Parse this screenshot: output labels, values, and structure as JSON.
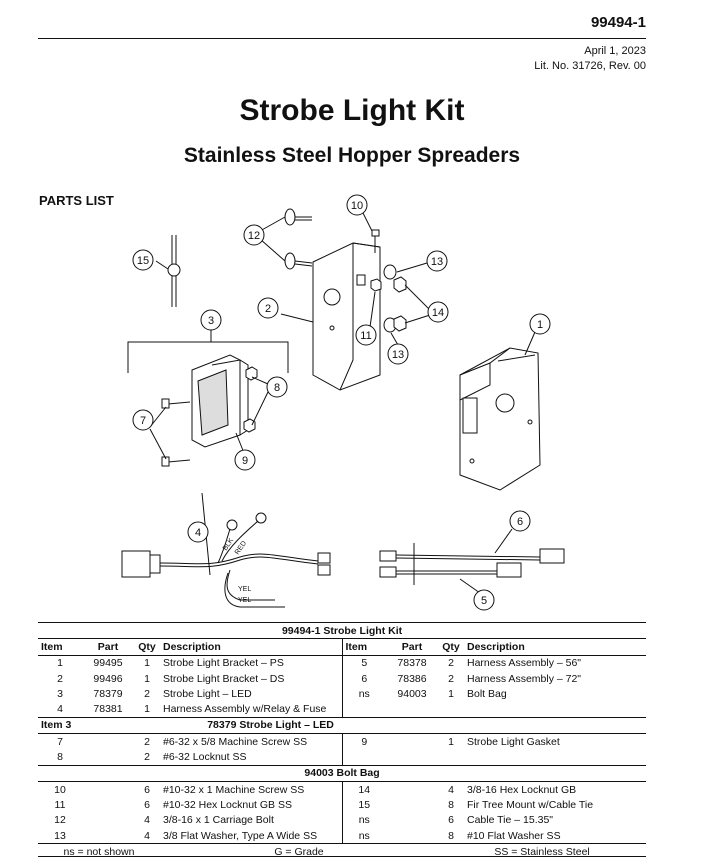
{
  "header": {
    "doc_number": "99494-1",
    "date": "April 1, 2023",
    "lit_no": "Lit. No. 31726, Rev. 00"
  },
  "title": "Strobe Light Kit",
  "subtitle": "Stainless Steel Hopper Spreaders",
  "parts_list_heading": "PARTS LIST",
  "diagram_callouts": {
    "c1": "1",
    "c2": "2",
    "c3": "3",
    "c4": "4",
    "c5": "5",
    "c6": "6",
    "c7": "7",
    "c8": "8",
    "c9": "9",
    "c10": "10",
    "c11": "11",
    "c12": "12",
    "c13a": "13",
    "c13b": "13",
    "c14": "14",
    "c15": "15"
  },
  "wire_labels": {
    "blk": "BLK",
    "red": "RED",
    "yel1": "YEL",
    "yel2": "YEL"
  },
  "table": {
    "kit_title": "99494-1  Strobe Light Kit",
    "col_item": "Item",
    "col_part": "Part",
    "col_qty": "Qty",
    "col_desc": "Description",
    "kit_rows": [
      {
        "l_item": "1",
        "l_part": "99495",
        "l_qty": "1",
        "l_desc": "Strobe Light Bracket – PS",
        "r_item": "5",
        "r_part": "78378",
        "r_qty": "2",
        "r_desc": "Harness Assembly – 56\""
      },
      {
        "l_item": "2",
        "l_part": "99496",
        "l_qty": "1",
        "l_desc": "Strobe Light Bracket – DS",
        "r_item": "6",
        "r_part": "78386",
        "r_qty": "2",
        "r_desc": "Harness Assembly – 72\""
      },
      {
        "l_item": "3",
        "l_part": "78379",
        "l_qty": "2",
        "l_desc": "Strobe Light – LED",
        "r_item": "ns",
        "r_part": "94003",
        "r_qty": "1",
        "r_desc": "Bolt Bag"
      },
      {
        "l_item": "4",
        "l_part": "78381",
        "l_qty": "1",
        "l_desc": "Harness Assembly w/Relay & Fuse",
        "r_item": "",
        "r_part": "",
        "r_qty": "",
        "r_desc": ""
      }
    ],
    "strobe_label": "Item 3",
    "strobe_title": "78379  Strobe Light – LED",
    "strobe_rows": [
      {
        "l_item": "7",
        "l_qty": "2",
        "l_desc": "#6-32 x 5/8 Machine Screw SS",
        "r_item": "9",
        "r_qty": "1",
        "r_desc": "Strobe Light Gasket"
      },
      {
        "l_item": "8",
        "l_qty": "2",
        "l_desc": "#6-32 Locknut SS",
        "r_item": "",
        "r_qty": "",
        "r_desc": ""
      }
    ],
    "bolt_title": "94003  Bolt Bag",
    "bolt_rows": [
      {
        "l_item": "10",
        "l_qty": "6",
        "l_desc": "#10-32 x 1 Machine Screw SS",
        "r_item": "14",
        "r_qty": "4",
        "r_desc": "3/8-16 Hex Locknut GB"
      },
      {
        "l_item": "11",
        "l_qty": "6",
        "l_desc": "#10-32 Hex Locknut GB SS",
        "r_item": "15",
        "r_qty": "8",
        "r_desc": "Fir Tree Mount w/Cable Tie"
      },
      {
        "l_item": "12",
        "l_qty": "4",
        "l_desc": "3/8-16 x 1 Carriage Bolt",
        "r_item": "ns",
        "r_qty": "6",
        "r_desc": "Cable Tie – 15.35\""
      },
      {
        "l_item": "13",
        "l_qty": "4",
        "l_desc": "3/8 Flat Washer, Type A Wide SS",
        "r_item": "ns",
        "r_qty": "8",
        "r_desc": "#10 Flat Washer SS"
      }
    ],
    "footer": {
      "ns": "ns = not shown",
      "g": "G = Grade",
      "ss": "SS = Stainless Steel"
    }
  }
}
